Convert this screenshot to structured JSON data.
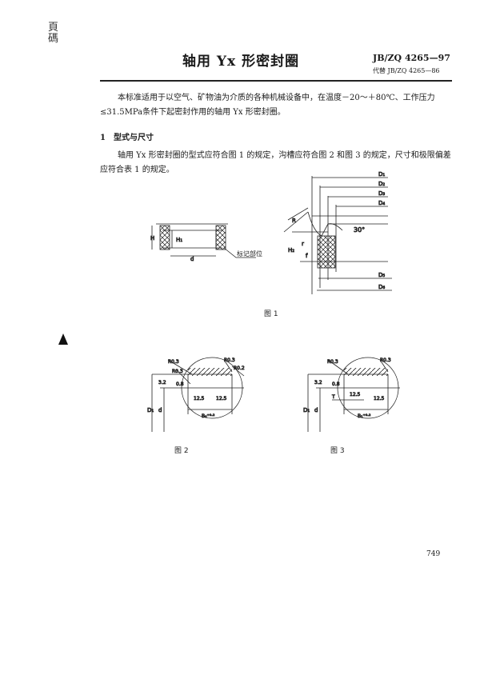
{
  "margin_note": "頁碼",
  "header": {
    "title": "轴用 Yx 形密封圈",
    "standard_number": "JB/ZQ 4265—97",
    "replaces": "代替 JB/ZQ 4265—86"
  },
  "body": {
    "intro": "本标准适用于以空气、矿物油为介质的各种机械设备中，在温度－20～＋80℃、工作压力≤31.5MPa条件下起密封作用的轴用 Yx 形密封圈。",
    "section_1_heading": "1　型式与尺寸",
    "section_1_text": "轴用 Yx 形密封圈的型式应符合图 1 的规定，沟槽应符合图 2 和图 3 的规定，尺寸和极限偏差应符合表 1 的规定。"
  },
  "figure1": {
    "caption": "图 1",
    "labels": {
      "H": "H",
      "H1": "H₁",
      "d": "d",
      "mark": "标记部位",
      "D1": "D₁",
      "D2": "D₂",
      "D3": "D₃",
      "D4": "D₄",
      "D5": "D₅",
      "D6": "D₆",
      "R": "R",
      "r": "r",
      "Hs": "H₂",
      "f": "f",
      "angle": "30°"
    }
  },
  "figure2": {
    "caption": "图 2",
    "labels": {
      "r1": "R0.3",
      "r2": "R0.3",
      "r3": "R0.2",
      "r4": "R0.3",
      "ra32": "3.2",
      "ra08": "0.8",
      "ra125a": "12.5",
      "ra125b": "12.5",
      "D1": "D₁",
      "d": "d",
      "B": "B₀⁺⁰·²"
    }
  },
  "figure3": {
    "caption": "图 3",
    "labels": {
      "r1": "R0.3",
      "r2": "R0.3",
      "ra32": "3.2",
      "ra08": "0.8",
      "ra125a": "12.5",
      "ra125b": "12.5",
      "D1": "D₁",
      "d": "d",
      "T": "T",
      "B": "B₁⁺⁰·²"
    }
  },
  "page_number": "749"
}
